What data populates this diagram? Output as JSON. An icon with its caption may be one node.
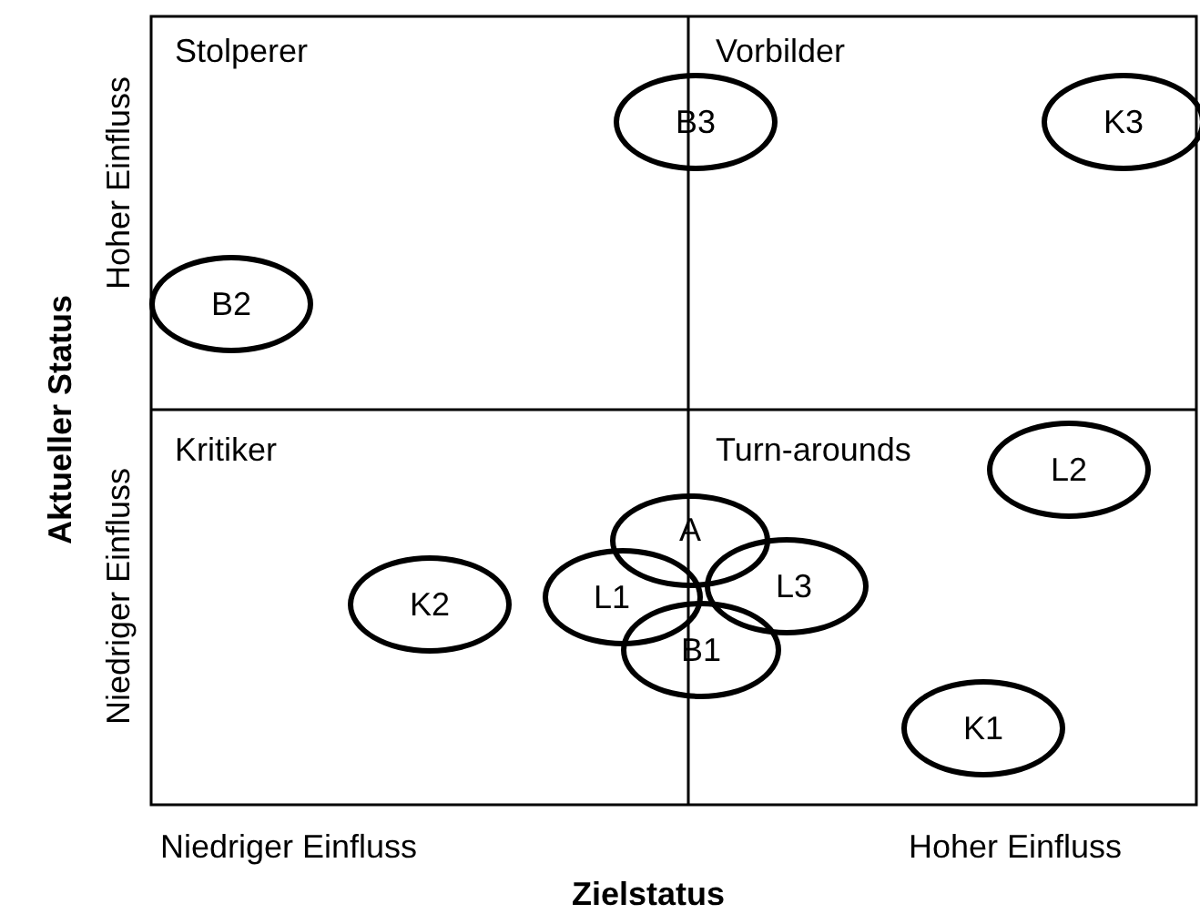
{
  "diagram": {
    "nodes": [
      {
        "text": [
          "B3"
        ]
      },
      {
        "text": [
          "K3"
        ]
      },
      {
        "text": [
          "B2"
        ]
      },
      {
        "text": [
          "L2"
        ]
      },
      {
        "text": [
          "A"
        ]
      },
      {
        "text": [
          "L1"
        ]
      },
      {
        "text": [
          "L3"
        ]
      },
      {
        "text": [
          "B1"
        ]
      },
      {
        "text": [
          "K2"
        ]
      },
      {
        "text": [
          "K1"
        ]
      }
    ],
    "edges": [],
    "labels": [
      "Stolperer",
      "Vorbilder",
      "Hoher Einfluss",
      "Aktueller Status",
      "Kritiker",
      "Turn-arounds",
      "Niedriger Einfluss",
      "Niedriger Einfluss",
      "Hoher Einfluss",
      "Zielstatus"
    ]
  }
}
